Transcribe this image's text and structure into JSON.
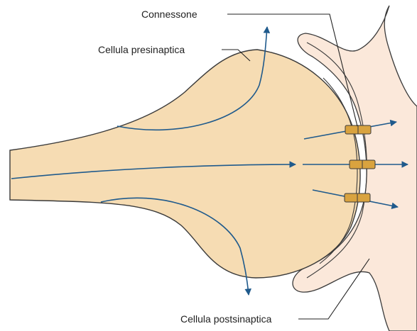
{
  "labels": {
    "connexon": "Connessone",
    "presynaptic": "Cellula presinaptica",
    "postsynaptic": "Cellula postsinaptica"
  },
  "colors": {
    "presynaptic_fill": "#f6dcb3",
    "postsynaptic_fill": "#fbe8da",
    "outline": "#3a3a3a",
    "arrow": "#1f5a8c",
    "connexon_fill": "#d9a33f",
    "leader_line": "#222222"
  },
  "icons": {
    "arrow_head": "arrow-head-icon",
    "connexon": "connexon-channel-icon"
  }
}
